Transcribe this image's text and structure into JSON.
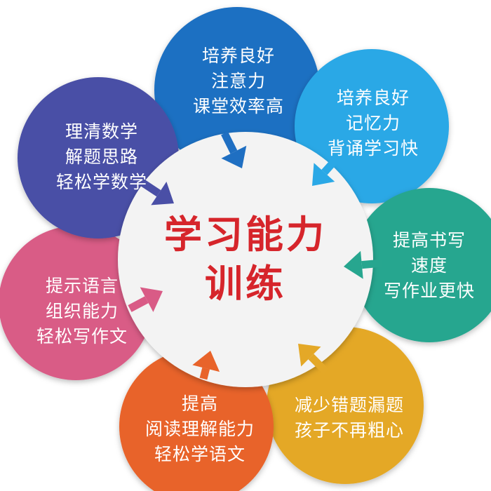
{
  "center": {
    "line1": "学习能力",
    "line2": "训练"
  },
  "petals": [
    {
      "id": "attention",
      "lines": [
        "培养良好",
        "注意力",
        "课堂效率高"
      ],
      "color": "#1f6fc2"
    },
    {
      "id": "memory",
      "lines": [
        "培养良好",
        "记忆力",
        "背诵学习快"
      ],
      "color": "#2aa8e6"
    },
    {
      "id": "writing",
      "lines": [
        "提高书写",
        "速度",
        "写作业更快"
      ],
      "color": "#27a68f"
    },
    {
      "id": "mistakes",
      "lines": [
        "减少错题漏题",
        "孩子不再粗心"
      ],
      "color": "#e4a827"
    },
    {
      "id": "reading",
      "lines": [
        "提高",
        "阅读理解能力",
        "轻松学语文"
      ],
      "color": "#e8632a"
    },
    {
      "id": "language",
      "lines": [
        "提示语言",
        "组织能力",
        "轻松写作文"
      ],
      "color": "#d95b86"
    },
    {
      "id": "math",
      "lines": [
        "理清数学",
        "解题思路",
        "轻松学数学"
      ],
      "color": "#4a4fa6"
    }
  ],
  "center_fill": "#f3f3f3",
  "title_color": "#d6252b"
}
